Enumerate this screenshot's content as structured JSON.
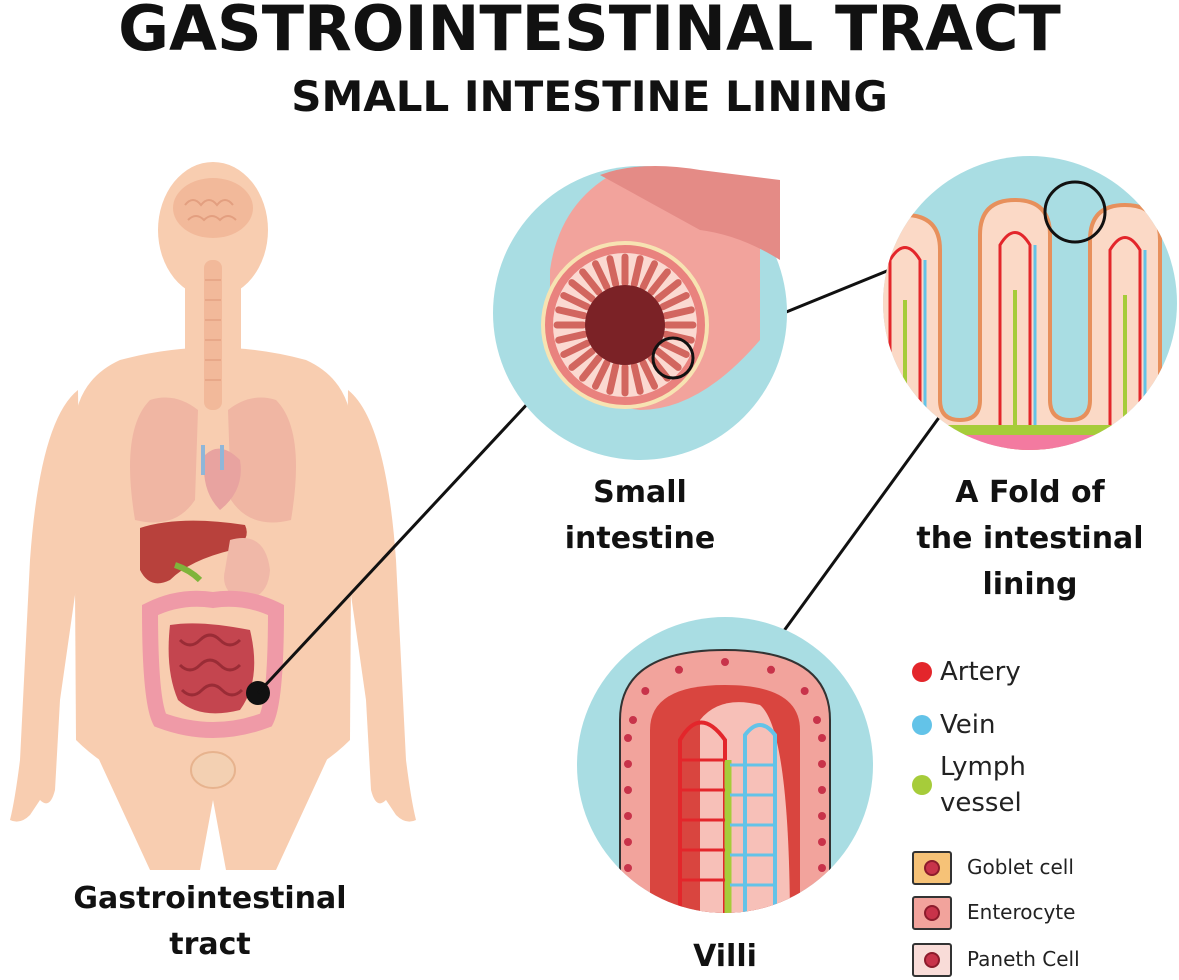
{
  "title": "GASTROINTESTINAL TRACT",
  "subtitle": "SMALL INTESTINE LINING",
  "labels": {
    "gi_tract_line1": "Gastrointestinal",
    "gi_tract_line2": "tract",
    "small_intestine_line1": "Small",
    "small_intestine_line2": "intestine",
    "fold_line1": "A Fold of",
    "fold_line2": "the intestinal",
    "fold_line3": "lining",
    "villi": "Villi"
  },
  "legend": {
    "artery": "Artery",
    "vein": "Vein",
    "lymph_line1": "Lymph",
    "lymph_line2": "vessel",
    "goblet": "Goblet cell",
    "enterocyte": "Enterocyte",
    "paneth": "Paneth Cell"
  },
  "colors": {
    "artery": "#e3262b",
    "vein": "#63c3e8",
    "lymph": "#a6cc3a",
    "goblet_fill": "#f6c277",
    "enterocyte_fill": "#f2a39c",
    "paneth_fill": "#f9dcd8",
    "circle_bg": "#a9dde3",
    "body_skin": "#f8cdb0"
  }
}
